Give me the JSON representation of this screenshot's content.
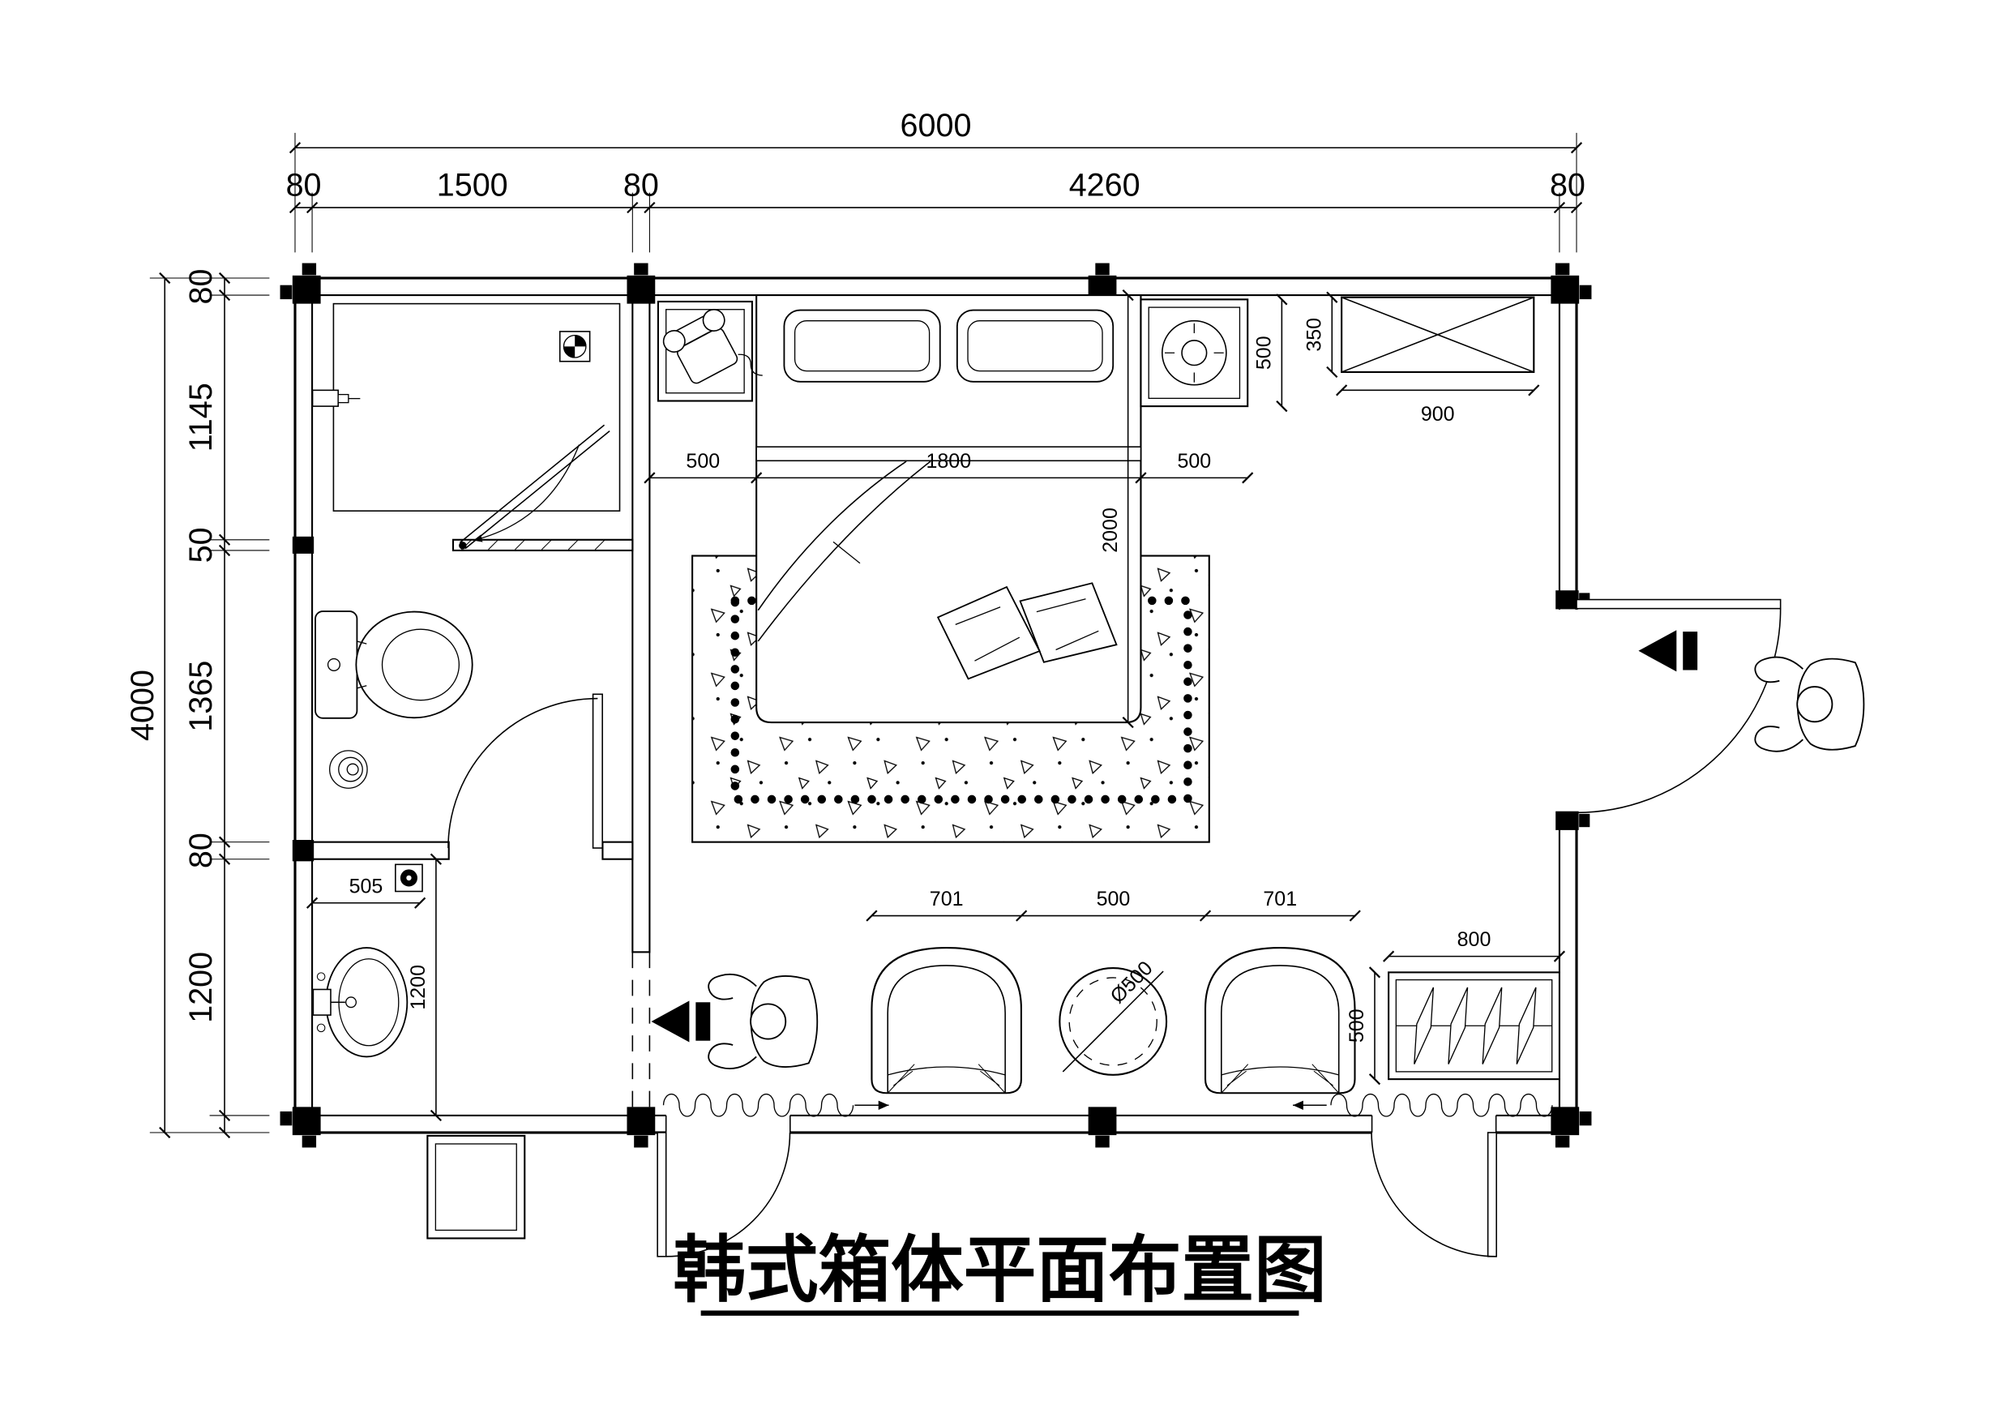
{
  "title": {
    "text": "韩式箱体平面布置图"
  },
  "dims": {
    "top_total": "6000",
    "top_chain": [
      "80",
      "1500",
      "80",
      "4260",
      "80"
    ],
    "left_total": "4000",
    "left_chain": [
      "80",
      "1145",
      "50",
      "1365",
      "80",
      "1200"
    ],
    "bed_chain": [
      "500",
      "1800",
      "500"
    ],
    "bed_length": "2000",
    "nightstand_depth": "500",
    "tv_cabinet_depth": "350",
    "tv_cabinet_width": "900",
    "basin_counter_width": "505",
    "washroom_depth": "1200",
    "seating_chain": [
      "701",
      "500",
      "701"
    ],
    "table_diameter": "Ø500",
    "wardrobe_width": "800",
    "wardrobe_depth": "500"
  }
}
